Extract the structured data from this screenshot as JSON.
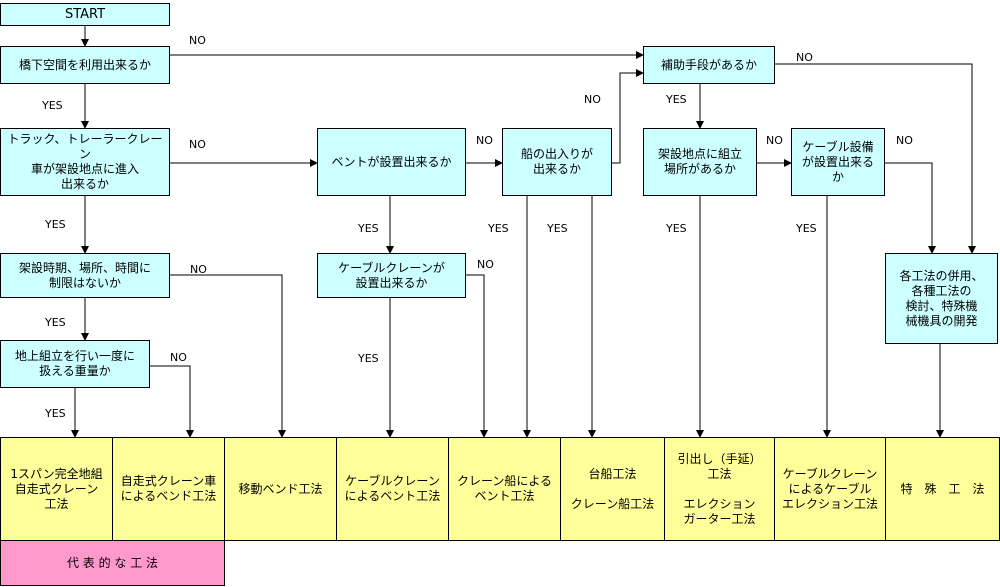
{
  "start": "START",
  "decisions": {
    "d1": "橋下空間を利用出来るか",
    "d2": "トラック、トレーラークレーン\n車が架設地点に進入\n出来るか",
    "d3": "架設時期、場所、時間に\n制限はないか",
    "d4": "地上組立を行い一度に\n扱える重量か",
    "d5": "ベントが設置出来るか",
    "d6": "ケーブルクレーンが\n設置出来るか",
    "d7": "船の出入りが\n出来るか",
    "d8": "補助手段があるか",
    "d9": "架設地点に組立\n場所があるか",
    "d10": "ケーブル設備\nが設置出来る\nか",
    "d11": "各工法の併用、\n各種工法の\n検討、特殊機\n械機具の開発"
  },
  "methods": [
    "1スパン完全地組\n自走式クレーン\n工法",
    "自走式クレーン車\nによるベンド工法",
    "移動ベンド工法",
    "ケーブルクレーン\nによるベント工法",
    "クレーン船による\nベント工法",
    "台船工法\n\nクレーン船工法",
    "引出し（手延）\n工法\n\nエレクション\nガーター工法",
    "ケーブルクレーン\nによるケーブル\nエレクション工法",
    "特　殊　工　法"
  ],
  "legend": "代 表 的 な 工 法",
  "labels": {
    "yes": "YES",
    "no": "NO"
  }
}
